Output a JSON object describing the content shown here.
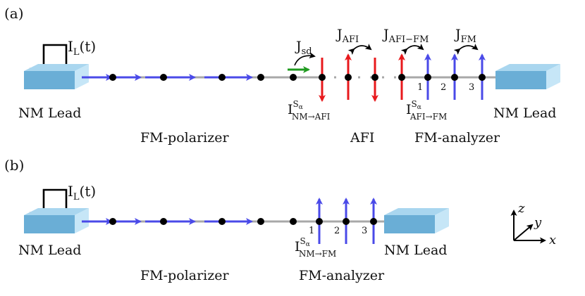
{
  "panel_a": {
    "label": "(a)",
    "pulse_label": "I",
    "pulse_sub": "L",
    "pulse_arg": "(t)",
    "left_lead": "NM Lead",
    "right_lead": "NM Lead",
    "polarizer": "FM-polarizer",
    "afi": "AFI",
    "analyzer": "FM-analyzer",
    "jsd": "J",
    "jsd_sub": "sd",
    "jafi": "J",
    "jafi_sub": "AFI",
    "jafifm": "J",
    "jafifm_sub": "AFI−FM",
    "jfm": "J",
    "jfm_sub": "FM",
    "current1": "I",
    "current1_sup": "S",
    "current1_supsub": "α",
    "current1_sub": "NM→AFI",
    "current2": "I",
    "current2_sup": "S",
    "current2_supsub": "α",
    "current2_sub": "AFI→FM",
    "site_1": "1",
    "site_2": "2",
    "site_3": "3"
  },
  "panel_b": {
    "label": "(b)",
    "pulse_label": "I",
    "pulse_sub": "L",
    "pulse_arg": "(t)",
    "left_lead": "NM Lead",
    "right_lead": "NM Lead",
    "polarizer": "FM-polarizer",
    "analyzer": "FM-analyzer",
    "current": "I",
    "current_sup": "S",
    "current_supsub": "α",
    "current_sub": "NM→FM",
    "site_1": "1",
    "site_2": "2",
    "site_3": "3"
  },
  "axes": {
    "z": "z",
    "y": "y",
    "x": "x"
  },
  "colors": {
    "lead_front": "#6aaed6",
    "lead_top": "#a9d6ef",
    "lead_side": "#c6e6f7",
    "chain": "#a8a8a8",
    "blue_spin": "#4a4ae8",
    "red_spin": "#e8191c",
    "green_arrow": "#1f9a1f",
    "node": "#000000"
  }
}
